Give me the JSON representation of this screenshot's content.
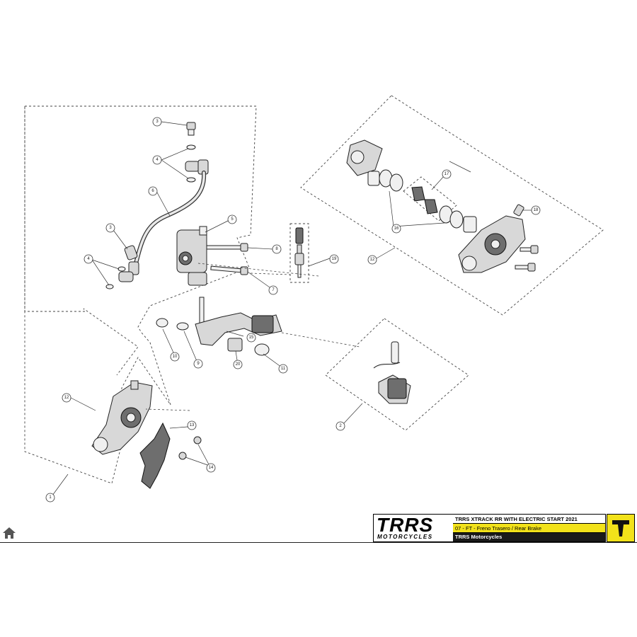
{
  "diagram": {
    "callouts": [
      {
        "id": "c1",
        "label": "1"
      },
      {
        "id": "c2",
        "label": "2"
      },
      {
        "id": "c3a",
        "label": "3"
      },
      {
        "id": "c3b",
        "label": "3"
      },
      {
        "id": "c4a",
        "label": "4"
      },
      {
        "id": "c4b",
        "label": "4"
      },
      {
        "id": "c5",
        "label": "5"
      },
      {
        "id": "c6",
        "label": "6"
      },
      {
        "id": "c7",
        "label": "7"
      },
      {
        "id": "c8",
        "label": "8"
      },
      {
        "id": "c9",
        "label": "9"
      },
      {
        "id": "c10",
        "label": "10"
      },
      {
        "id": "c11",
        "label": "11"
      },
      {
        "id": "c12a",
        "label": "12"
      },
      {
        "id": "c12b",
        "label": "12"
      },
      {
        "id": "c13",
        "label": "13"
      },
      {
        "id": "c14",
        "label": "14"
      },
      {
        "id": "c15",
        "label": "15"
      },
      {
        "id": "c16",
        "label": "16"
      },
      {
        "id": "c17",
        "label": "17"
      },
      {
        "id": "c18",
        "label": "18"
      },
      {
        "id": "c19",
        "label": "19"
      },
      {
        "id": "c20",
        "label": "20"
      }
    ]
  },
  "title_block": {
    "logo_main": "TRRS",
    "logo_sub": "MOTORCYCLES",
    "model": "TRRS XTRACK RR  WITH ELECTRIC START 2021",
    "section": "07 - FT - Freno Trasero / Rear Brake",
    "maker": "TRRS Motorcycles"
  },
  "colors": {
    "accent_yellow": "#f2e21a",
    "dark_band": "#1a1a1a"
  },
  "icons": {
    "home": "home-icon",
    "badge": "trrs-shield-icon"
  }
}
